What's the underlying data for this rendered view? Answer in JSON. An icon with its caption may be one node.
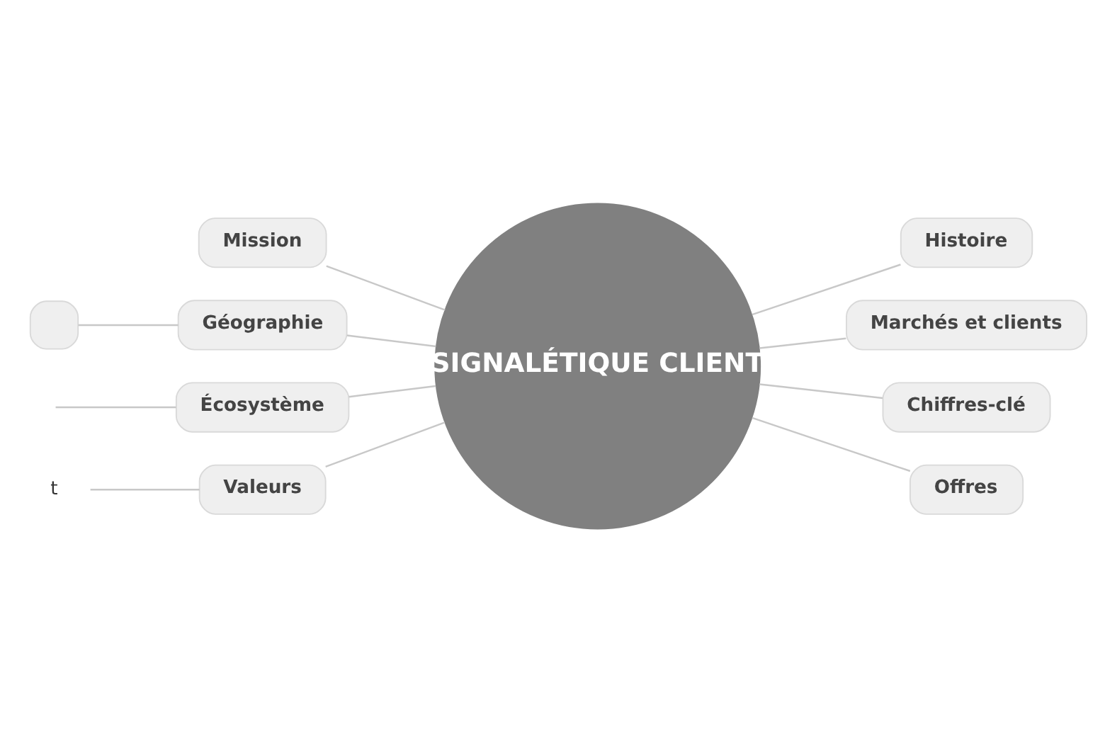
{
  "diagram": {
    "nodes": [
      {
        "text": [
          "SIGNALÉTIQUE CLIENT"
        ]
      },
      {
        "text": [
          "Mission"
        ]
      },
      {
        "text": [
          "Géographie"
        ]
      },
      {
        "text": [
          "Écosystème"
        ]
      },
      {
        "text": [
          "Valeurs"
        ]
      },
      {
        "text": [
          "Histoire"
        ]
      },
      {
        "text": [
          "Marchés et clients"
        ]
      },
      {
        "text": [
          "Chiffres-clé"
        ]
      },
      {
        "text": [
          "Offres"
        ]
      },
      {
        "text": [],
        "shape": "box"
      },
      {
        "text": [
          "t"
        ]
      }
    ],
    "edges": [
      {
        "from": 1,
        "to": 0,
        "arrow": "none"
      },
      {
        "from": 2,
        "to": 0,
        "arrow": "none"
      },
      {
        "from": 3,
        "to": 0,
        "arrow": "none"
      },
      {
        "from": 4,
        "to": 0,
        "arrow": "none"
      },
      {
        "from": 0,
        "to": 5,
        "arrow": "none"
      },
      {
        "from": 0,
        "to": 6,
        "arrow": "none"
      },
      {
        "from": 0,
        "to": 7,
        "arrow": "none"
      },
      {
        "from": 0,
        "to": 8,
        "arrow": "none"
      },
      {
        "from": 9,
        "to": 2,
        "arrow": "none"
      },
      {
        "from": null,
        "to": 3,
        "arrow": "none"
      },
      {
        "from": 10,
        "to": 4,
        "arrow": "none"
      }
    ]
  }
}
